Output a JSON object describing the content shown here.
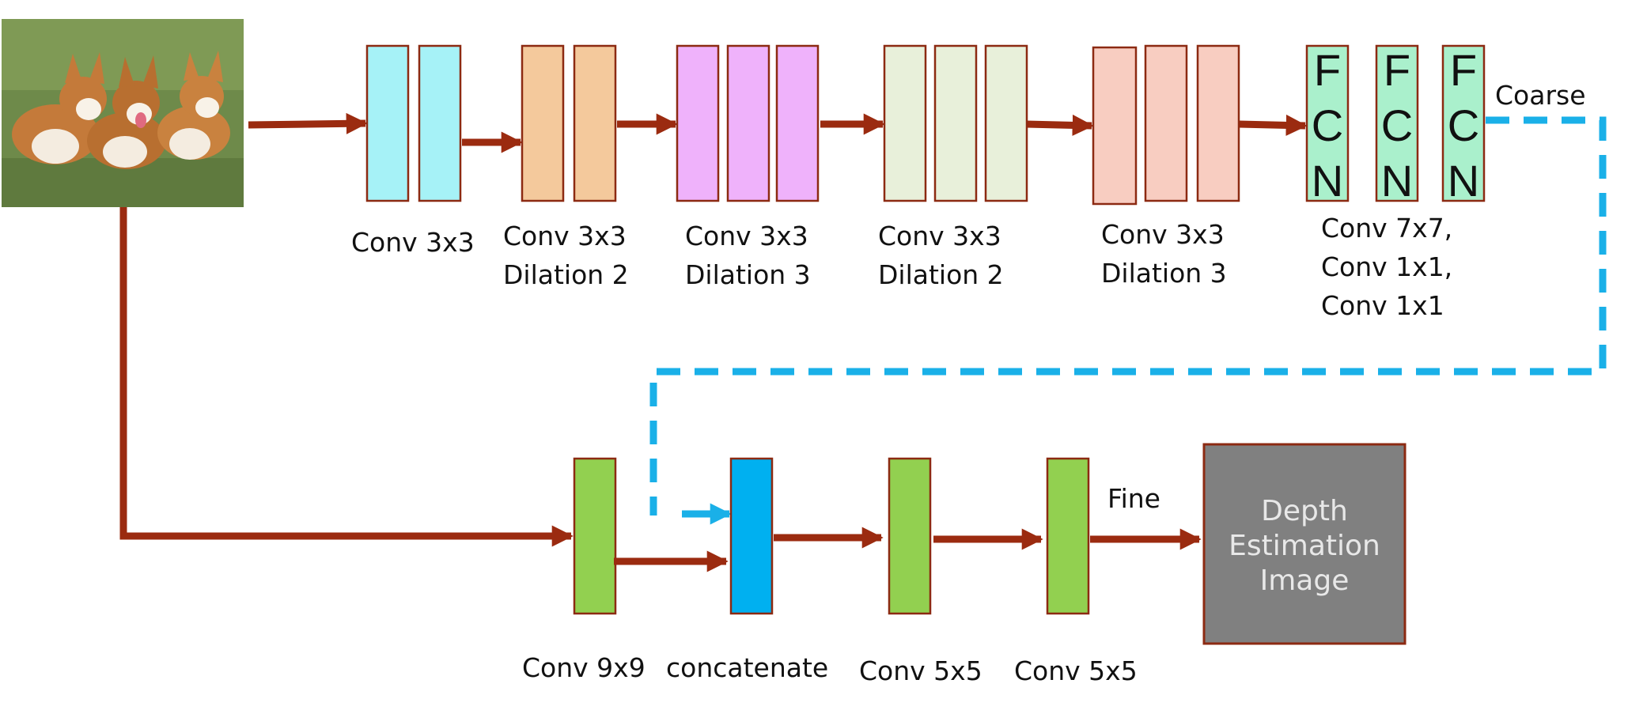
{
  "colors": {
    "arrow": "#9b2b10",
    "dashed": "#1ab0e8",
    "stroke": "#8c2a12",
    "cyan": "#a6f2f7",
    "orange": "#f4c99c",
    "magenta": "#efb2fb",
    "beige": "#e8f0da",
    "salmon": "#f8cdc1",
    "mint": "#aaf0cc",
    "green": "#92d050",
    "blue": "#00b0f0",
    "gray": "#808080"
  },
  "input_image": {
    "icon": "corgi-puppies-photo"
  },
  "top_labels": {
    "conv1": "Conv 3x3",
    "conv2": "Conv 3x3\nDilation 2",
    "conv3": "Conv 3x3\nDilation 3",
    "conv4": "Conv 3x3\nDilation 2",
    "conv5": "Conv 3x3\nDilation 3",
    "fcn": "Conv 7x7,\nConv 1x1,\nConv 1x1"
  },
  "fcn_letters": [
    "F",
    "C",
    "N"
  ],
  "coarse_label": "Coarse",
  "fine_label": "Fine",
  "bottom_labels": {
    "conv9": "Conv 9x9",
    "concat": "concatenate",
    "conv5a": "Conv 5x5",
    "conv5b": "Conv 5x5"
  },
  "output_box": {
    "lines": [
      "Depth",
      "Estimation",
      "Image"
    ]
  }
}
